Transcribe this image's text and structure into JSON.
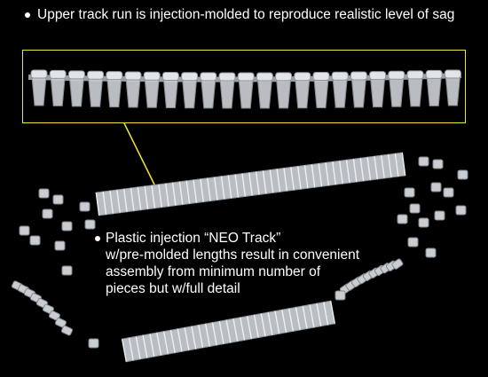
{
  "captions": {
    "upper": "Upper track run is injection-molded to reproduce realistic level of sag",
    "lower_lines": [
      "Plastic injection “NEO Track”",
      "w/pre-molded lengths result in convenient",
      "assembly from  minimum number of",
      "pieces but w/full detail"
    ]
  },
  "colors": {
    "background": "#000000",
    "inset_border": "#f3e23a",
    "track": "#c9cdd2"
  },
  "inset": {
    "link_count": 23
  }
}
